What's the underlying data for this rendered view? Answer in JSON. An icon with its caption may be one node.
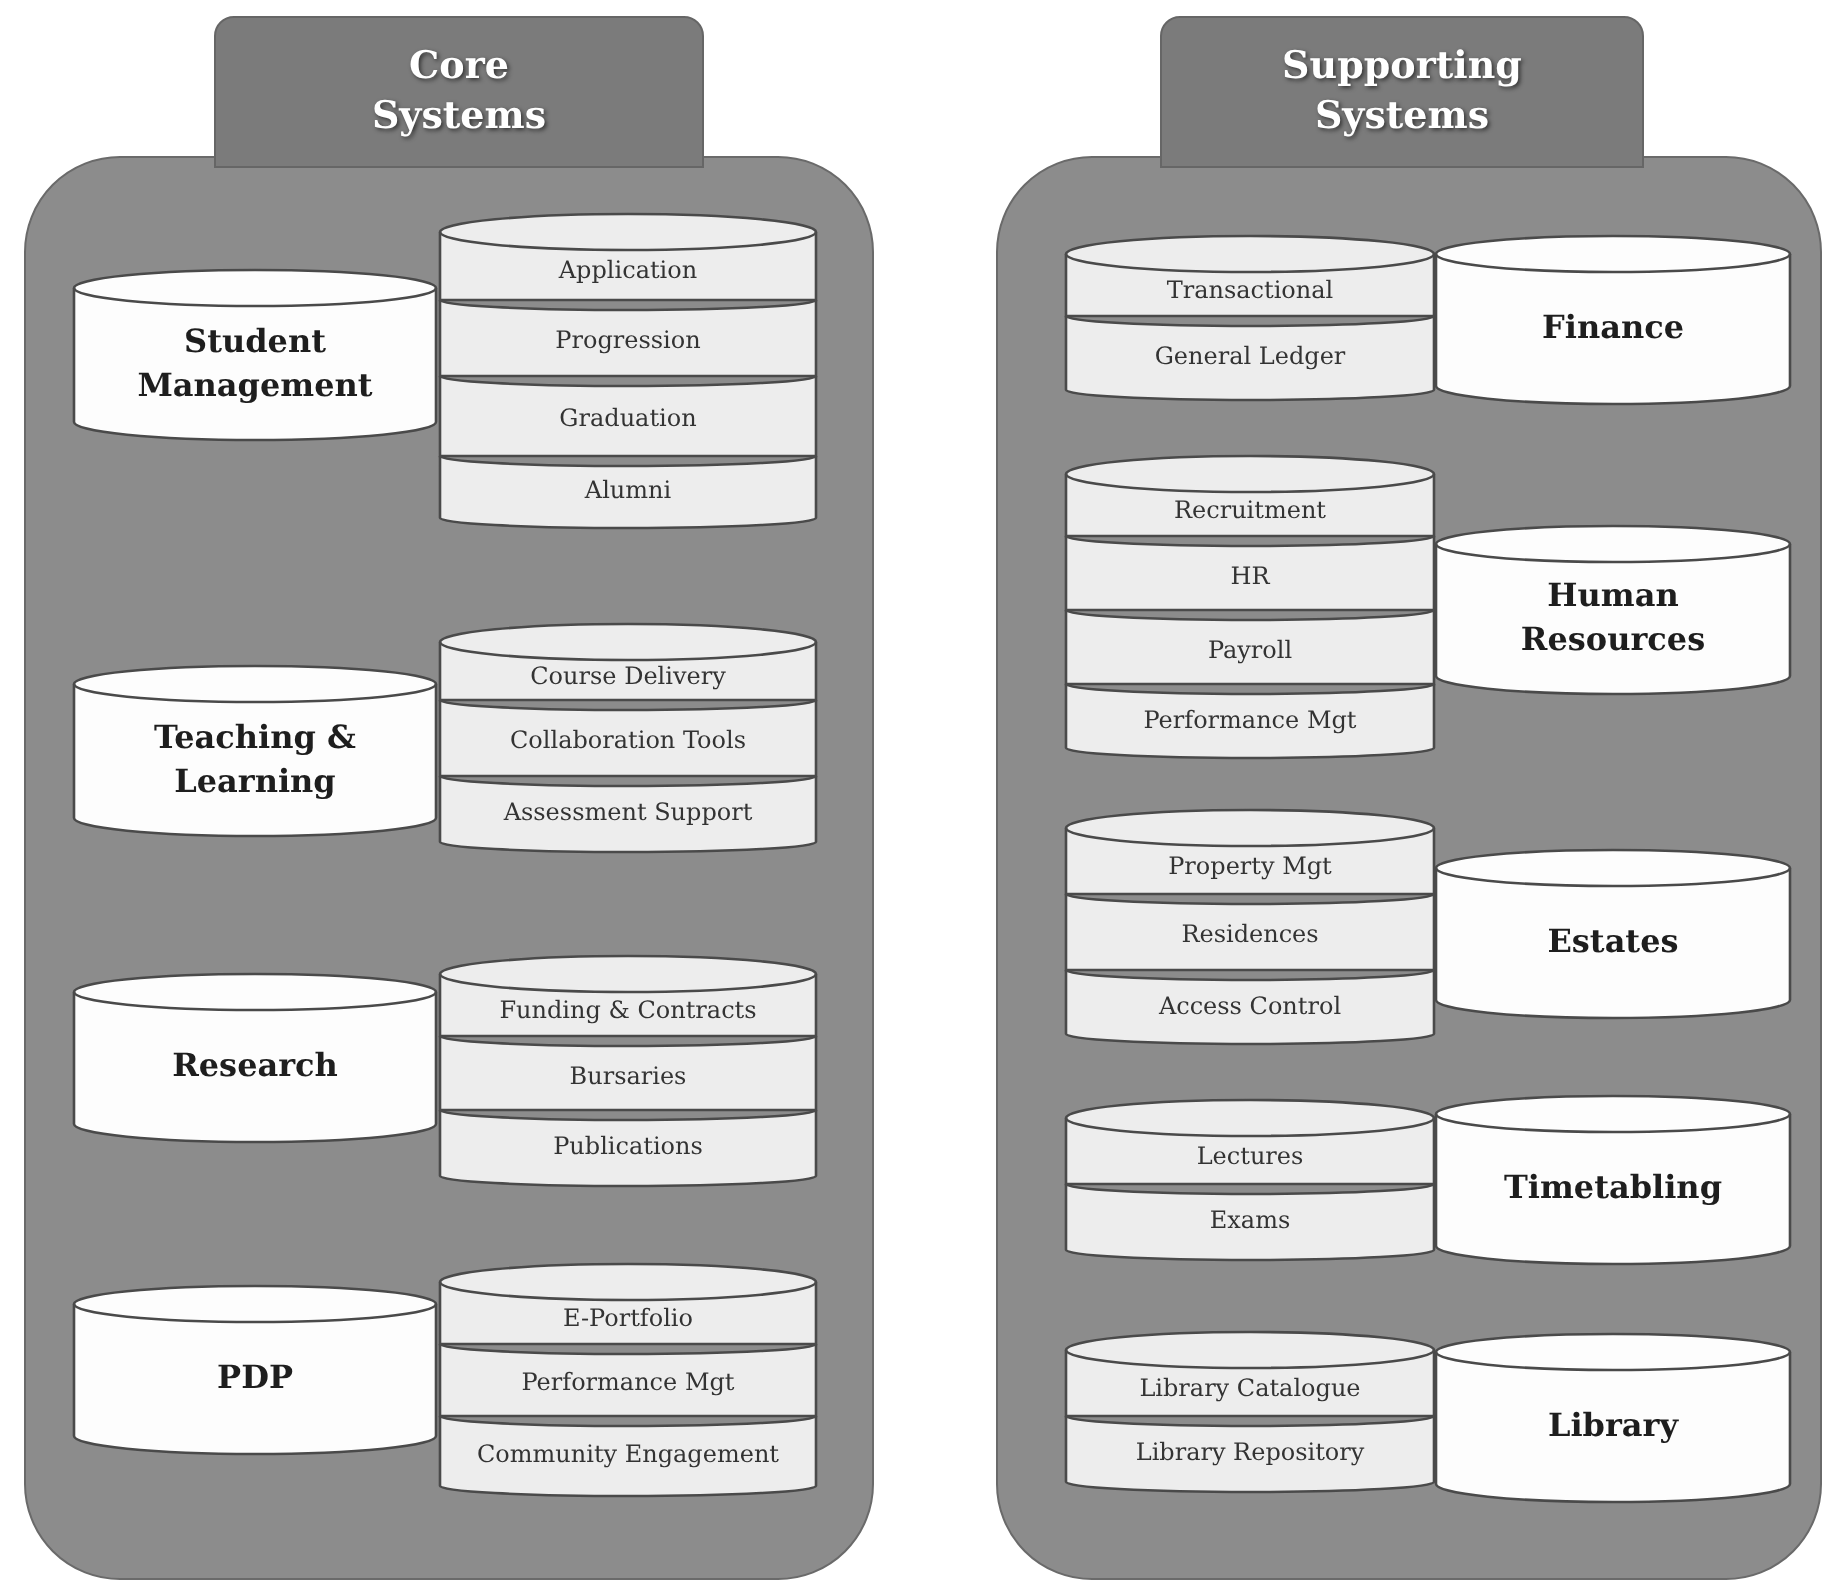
{
  "diagram": {
    "nodes": [
      {
        "text": [
          "Core Systems"
        ]
      },
      {
        "text": [
          "Student Management"
        ],
        "in": 0
      },
      {
        "text": [
          "Application"
        ],
        "in": 0
      },
      {
        "text": [
          "Progression"
        ],
        "in": 0
      },
      {
        "text": [
          "Graduation"
        ],
        "in": 0
      },
      {
        "text": [
          "Alumni"
        ],
        "in": 0
      },
      {
        "text": [
          "Teaching & Learning"
        ],
        "in": 0
      },
      {
        "text": [
          "Course Delivery"
        ],
        "in": 0
      },
      {
        "text": [
          "Collaboration Tools"
        ],
        "in": 0
      },
      {
        "text": [
          "Assessment Support"
        ],
        "in": 0
      },
      {
        "text": [
          "Research"
        ],
        "in": 0
      },
      {
        "text": [
          "Funding & Contracts"
        ],
        "in": 0
      },
      {
        "text": [
          "Bursaries"
        ],
        "in": 0
      },
      {
        "text": [
          "Publications"
        ],
        "in": 0
      },
      {
        "text": [
          "PDP"
        ],
        "in": 0
      },
      {
        "text": [
          "E-Portfolio"
        ],
        "in": 0
      },
      {
        "text": [
          "Performance Mgt"
        ],
        "in": 0
      },
      {
        "text": [
          "Community Engagement"
        ],
        "in": 0
      },
      {
        "text": [
          "Supporting Systems"
        ]
      },
      {
        "text": [
          "Transactional"
        ],
        "in": 18
      },
      {
        "text": [
          "General Ledger"
        ],
        "in": 18
      },
      {
        "text": [
          "Finance"
        ],
        "in": 18
      },
      {
        "text": [
          "Recruitment"
        ],
        "in": 18
      },
      {
        "text": [
          "HR"
        ],
        "in": 18
      },
      {
        "text": [
          "Payroll"
        ],
        "in": 18
      },
      {
        "text": [
          "Performance Mgt"
        ],
        "in": 18
      },
      {
        "text": [
          "Human Resources"
        ],
        "in": 18
      },
      {
        "text": [
          "Property Mgt"
        ],
        "in": 18
      },
      {
        "text": [
          "Residences"
        ],
        "in": 18
      },
      {
        "text": [
          "Access Control"
        ],
        "in": 18
      },
      {
        "text": [
          "Estates"
        ],
        "in": 18
      },
      {
        "text": [
          "Lectures"
        ],
        "in": 18
      },
      {
        "text": [
          "Exams"
        ],
        "in": 18
      },
      {
        "text": [
          "Timetabling"
        ],
        "in": 18
      },
      {
        "text": [
          "Library Catalogue"
        ],
        "in": 18
      },
      {
        "text": [
          "Library Repository"
        ],
        "in": 18
      },
      {
        "text": [
          "Library"
        ],
        "in": 18
      }
    ]
  }
}
